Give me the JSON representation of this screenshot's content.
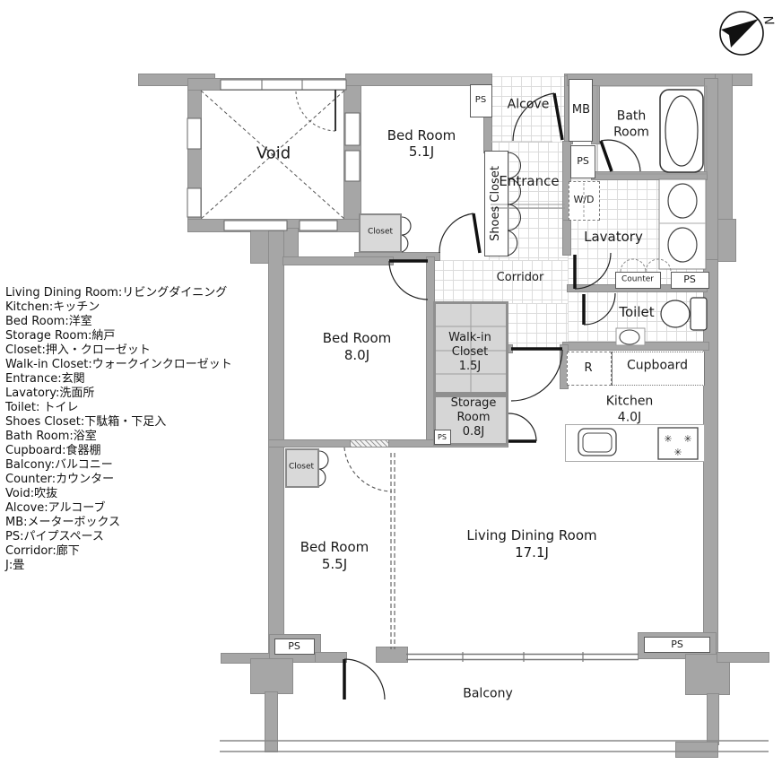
{
  "compass": {
    "north": "N"
  },
  "legend": [
    "Living Dining Room:リビングダイニング",
    "Kitchen:キッチン",
    "Bed Room:洋室",
    "Storage Room:納戸",
    "Closet:押入・クローゼット",
    "Walk-in Closet:ウォークインクローゼット",
    "Entrance:玄関",
    "Lavatory:洗面所",
    "Toilet: トイレ",
    "Shoes Closet:下駄箱・下足入",
    "Bath Room:浴室",
    "Cupboard:食器棚",
    "Balcony:バルコニー",
    "Counter:カウンター",
    "Void:吹抜",
    "Alcove:アルコーブ",
    "MB:メーターボックス",
    "PS:パイプスペース",
    "Corridor:廊下",
    "J:畳"
  ],
  "rooms": {
    "void": {
      "label": "Void"
    },
    "bedroom1": {
      "name": "Bed Room",
      "size": "5.1J"
    },
    "bedroom2": {
      "name": "Bed Room",
      "size": "8.0J"
    },
    "bedroom3": {
      "name": "Bed Room",
      "size": "5.5J"
    },
    "living": {
      "name": "Living Dining Room",
      "size": "17.1J"
    },
    "kitchen": {
      "name": "Kitchen",
      "size": "4.0J"
    },
    "walkin": {
      "l1": "Walk-in",
      "l2": "Closet",
      "size": "1.5J"
    },
    "storage": {
      "l1": "Storage",
      "l2": "Room",
      "size": "0.8J"
    },
    "bath": {
      "l1": "Bath",
      "l2": "Room"
    },
    "alcove": {
      "label": "Alcove"
    },
    "entrance": {
      "label": "Entrance"
    },
    "corridor": {
      "label": "Corridor"
    },
    "lavatory": {
      "label": "Lavatory"
    },
    "toilet": {
      "label": "Toilet"
    },
    "balcony": {
      "label": "Balcony"
    },
    "shoes_closet": {
      "label": "Shoes Closet"
    }
  },
  "labels": {
    "ps": "PS",
    "mb": "MB",
    "wd": "W/D",
    "r": "R",
    "counter": "Counter",
    "cupboard": "Cupboard",
    "closet": "Closet"
  },
  "colors": {
    "wall": "#a6a6a6",
    "closet_fill": "#d6d6d6",
    "tile_line": "#dcdcdc",
    "door_line": "#111111"
  }
}
